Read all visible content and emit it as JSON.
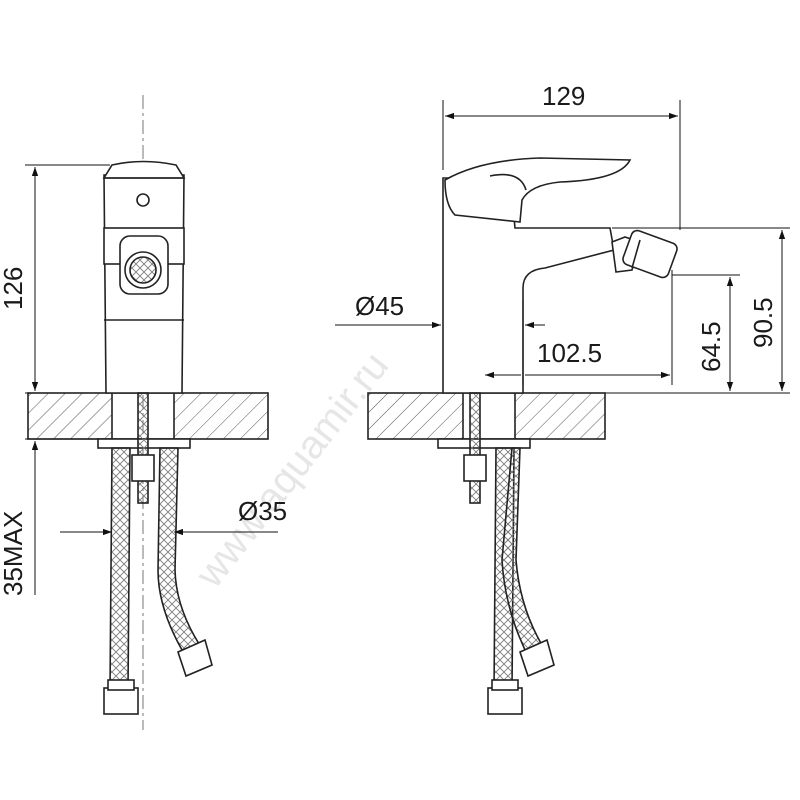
{
  "drawing": {
    "watermark": "www.aquamir.ru",
    "dimensions": {
      "total_height": "126",
      "counter_thickness": "35MAX",
      "hole_diameter": "Ø35",
      "total_length": "129",
      "body_diameter": "Ø45",
      "spout_reach": "102.5",
      "spout_height": "64.5",
      "nozzle_height": "90.5"
    }
  }
}
